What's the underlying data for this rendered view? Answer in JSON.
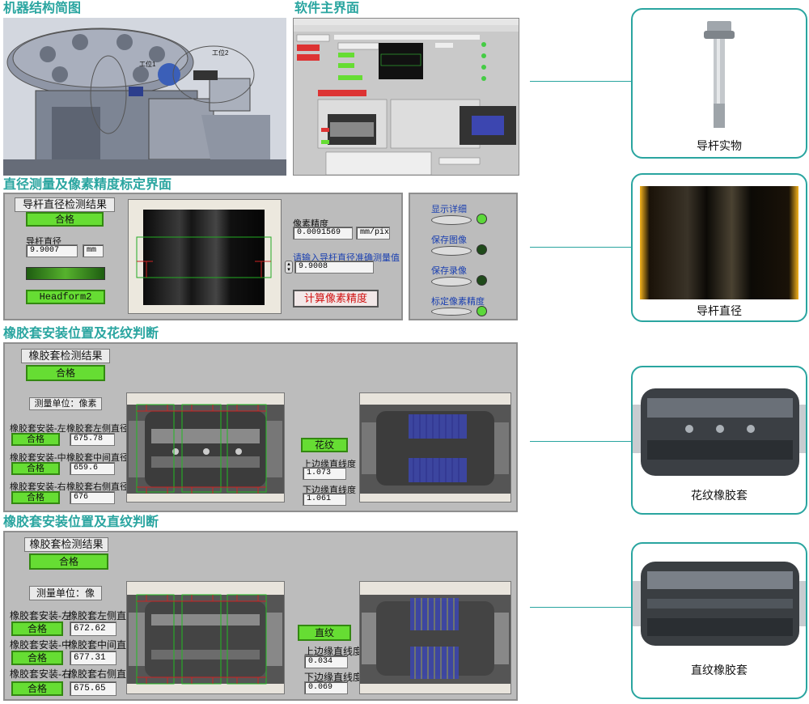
{
  "sections": {
    "machine_structure": "机器结构简图",
    "software_main": "软件主界面",
    "diameter_calibration": "直径测量及像素精度标定界面",
    "pattern_rubber": "橡胶套安装位置及花纹判断",
    "straight_rubber": "橡胶套安装位置及直纹判断"
  },
  "machine_diagram": {
    "station1_label": "工位1",
    "station2_label": "工位2"
  },
  "diameter_panel": {
    "group_title": "导杆直径检测结果",
    "result": "合格",
    "diameter_label": "导杆直径",
    "diameter_value": "9.9007",
    "diameter_unit": "mm",
    "headform_button": "Headform2",
    "pixel_precision_label": "像素精度",
    "pixel_precision_value": "0.0091569",
    "pixel_precision_unit": "mm/pix",
    "input_prompt": "请输入导杆直径准确测量值",
    "input_value": "9.9008",
    "calc_button": "计算像素精度",
    "toggles": [
      "显示详细",
      "保存图像",
      "保存录像",
      "标定像素精度"
    ]
  },
  "pattern_panel": {
    "group_title": "橡胶套检测结果",
    "result": "合格",
    "unit_label": "测量单位：像素",
    "rows": [
      {
        "install_label": "橡胶套安装-左",
        "install_result": "合格",
        "diameter_label": "橡胶套左侧直径",
        "diameter_value": "675.78"
      },
      {
        "install_label": "橡胶套安装-中",
        "install_result": "合格",
        "diameter_label": "橡胶套中间直径",
        "diameter_value": "659.6"
      },
      {
        "install_label": "橡胶套安装-右",
        "install_result": "合格",
        "diameter_label": "橡胶套右侧直径",
        "diameter_value": "676"
      }
    ],
    "texture_result": "花纹",
    "upper_label": "上边缘直线度",
    "upper_value": "1.073",
    "lower_label": "下边缘直线度",
    "lower_value": "1.061"
  },
  "straight_panel": {
    "group_title": "橡胶套检测结果",
    "result": "合格",
    "unit_label": "测量单位：像",
    "rows": [
      {
        "install_label": "橡胶套安装-左",
        "install_result": "合格",
        "diameter_label": "橡胶套左侧直径",
        "diameter_value": "672.62"
      },
      {
        "install_label": "橡胶套安装-中",
        "install_result": "合格",
        "diameter_label": "橡胶套中间直径",
        "diameter_value": "677.31"
      },
      {
        "install_label": "橡胶套安装-右",
        "install_result": "合格",
        "diameter_label": "橡胶套右侧直径",
        "diameter_value": "675.65"
      }
    ],
    "texture_result": "直纹",
    "upper_label": "上边缘直线度",
    "upper_value": "0.034",
    "lower_label": "下边缘直线度",
    "lower_value": "0.069"
  },
  "cards": {
    "guide_rod": "导杆实物",
    "rod_diameter": "导杆直径",
    "pattern_rubber": "花纹橡胶套",
    "straight_rubber": "直纹橡胶套"
  }
}
